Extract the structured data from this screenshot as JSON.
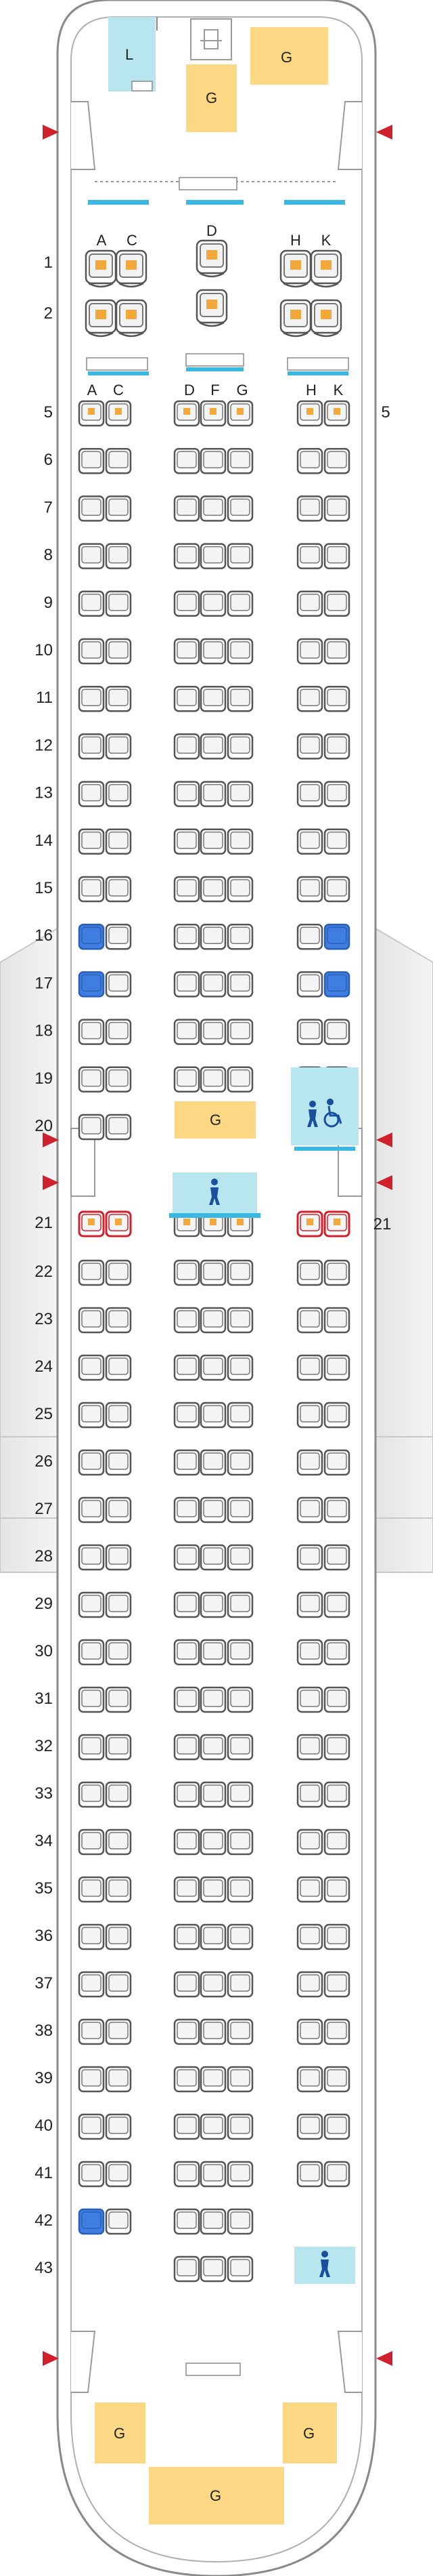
{
  "seatmap": {
    "galley_label": "G",
    "lavatory_label": "L",
    "business_columns": {
      "left": [
        "A",
        "C"
      ],
      "center": [
        "D"
      ],
      "right": [
        "H",
        "K"
      ]
    },
    "economy_columns": {
      "left": [
        "A",
        "C"
      ],
      "center": [
        "D",
        "F",
        "G"
      ],
      "right": [
        "H",
        "K"
      ]
    },
    "business_rows": [
      "1",
      "2"
    ],
    "economy_rows": [
      "5",
      "6",
      "7",
      "8",
      "9",
      "10",
      "11",
      "12",
      "13",
      "14",
      "15",
      "16",
      "17",
      "18",
      "19",
      "20",
      "21",
      "22",
      "23",
      "24",
      "25",
      "26",
      "27",
      "28",
      "29",
      "30",
      "31",
      "32",
      "33",
      "34",
      "35",
      "36",
      "37",
      "38",
      "39",
      "40",
      "41",
      "42",
      "43"
    ],
    "row5_label_right": "5",
    "row21_label_right": "21",
    "legend": {
      "preferred_seat": "blue",
      "exit_row_seat": "red",
      "extra_legroom": "orange-dot",
      "galley": "yellow",
      "lavatory": "cyan"
    },
    "colors": {
      "galley": "#fcd884",
      "lavatory": "#b8e6ee",
      "exit_marker": "#d0202b",
      "blue_seat": "#3f7ee0",
      "exit_seat_border": "#d0202b",
      "fuselage": "#888888",
      "seat_dot": "#f2a83a",
      "bulkhead_line": "#3ab8e0"
    }
  }
}
